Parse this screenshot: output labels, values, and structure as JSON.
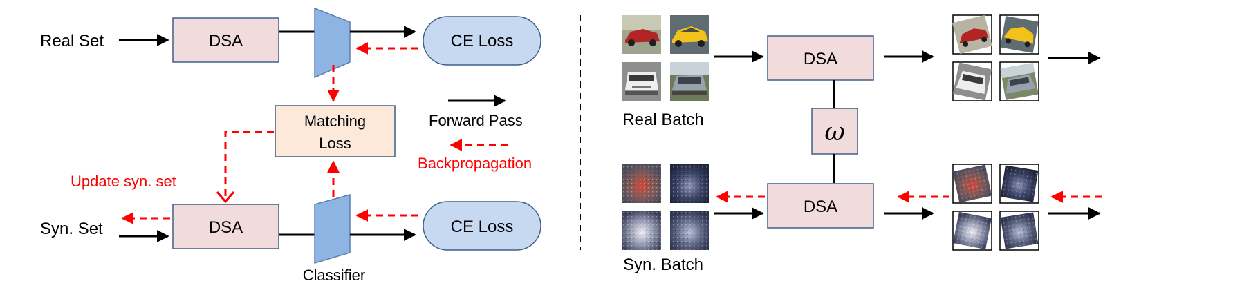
{
  "left": {
    "real_set": "Real Set",
    "syn_set": "Syn. Set",
    "dsa_top": "DSA",
    "dsa_bottom": "DSA",
    "ce_top": "CE Loss",
    "ce_bottom": "CE Loss",
    "matching_line1": "Matching",
    "matching_line2": "Loss",
    "classifier": "Classifier",
    "update_syn": "Update syn. set"
  },
  "legend": {
    "forward": "Forward Pass",
    "backprop": "Backpropagation"
  },
  "right": {
    "real_batch": "Real Batch",
    "syn_batch": "Syn. Batch",
    "dsa_top": "DSA",
    "dsa_bottom": "DSA",
    "omega": "ω"
  },
  "colors": {
    "dsa_fill": "#f2dcdb",
    "classifier_fill": "#8eb4e3",
    "ce_fill": "#c6d9f1",
    "matching_fill": "#fde9d9",
    "box_stroke": "#3f5f8a",
    "forward_arrow": "#000000",
    "backprop_arrow": "#ff0000"
  },
  "icons": {
    "real_images": [
      "car-image-red",
      "car-image-yellow",
      "car-image-white",
      "car-image-gray"
    ],
    "syn_images": [
      "noisy-car-image-red",
      "noisy-car-image-dark",
      "noisy-car-image-white",
      "noisy-car-image-blue"
    ]
  }
}
